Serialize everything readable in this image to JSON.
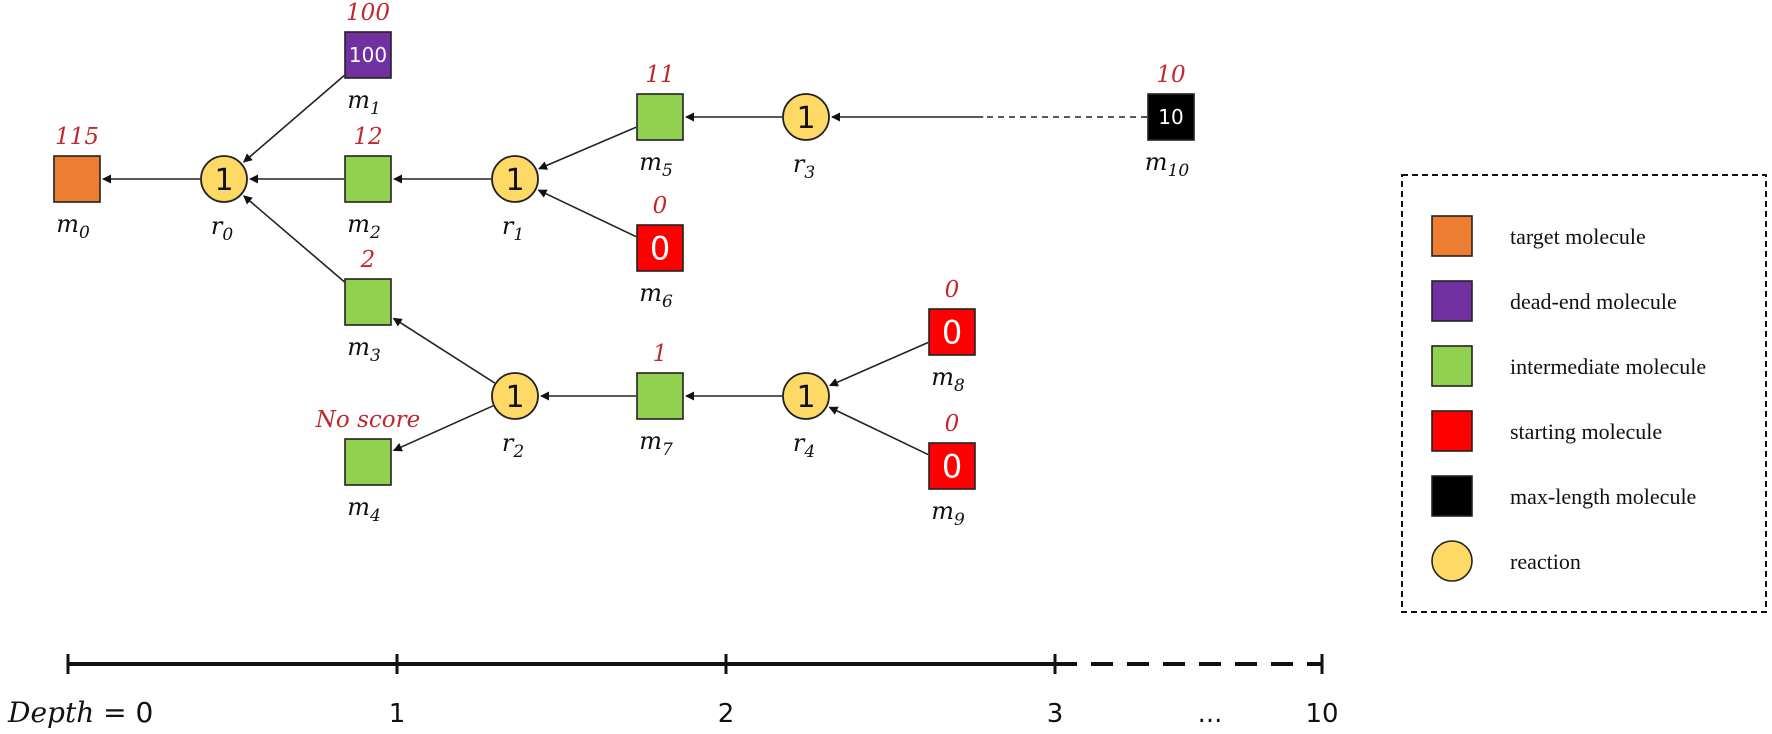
{
  "molecules": [
    {
      "id": "m0",
      "base": "m",
      "sub": "0",
      "score": "115",
      "box_text": "",
      "color": "#ED7D31"
    },
    {
      "id": "m1",
      "base": "m",
      "sub": "1",
      "score": "100",
      "box_text": "100",
      "color": "#7030A0"
    },
    {
      "id": "m2",
      "base": "m",
      "sub": "2",
      "score": "12",
      "box_text": "",
      "color": "#92D050"
    },
    {
      "id": "m3",
      "base": "m",
      "sub": "3",
      "score": "2",
      "box_text": "",
      "color": "#92D050"
    },
    {
      "id": "m4",
      "base": "m",
      "sub": "4",
      "score": "No score",
      "box_text": "",
      "color": "#92D050"
    },
    {
      "id": "m5",
      "base": "m",
      "sub": "5",
      "score": "11",
      "box_text": "",
      "color": "#92D050"
    },
    {
      "id": "m6",
      "base": "m",
      "sub": "6",
      "score": "0",
      "box_text": "0",
      "color": "#FF0000"
    },
    {
      "id": "m7",
      "base": "m",
      "sub": "7",
      "score": "1",
      "box_text": "",
      "color": "#92D050"
    },
    {
      "id": "m8",
      "base": "m",
      "sub": "8",
      "score": "0",
      "box_text": "0",
      "color": "#FF0000"
    },
    {
      "id": "m9",
      "base": "m",
      "sub": "9",
      "score": "0",
      "box_text": "0",
      "color": "#FF0000"
    },
    {
      "id": "m10",
      "base": "m",
      "sub": "10",
      "score": "10",
      "box_text": "10",
      "color": "#000000"
    }
  ],
  "reactions": [
    {
      "id": "r0",
      "base": "r",
      "sub": "0",
      "value": "1"
    },
    {
      "id": "r1",
      "base": "r",
      "sub": "1",
      "value": "1"
    },
    {
      "id": "r2",
      "base": "r",
      "sub": "2",
      "value": "1"
    },
    {
      "id": "r3",
      "base": "r",
      "sub": "3",
      "value": "1"
    },
    {
      "id": "r4",
      "base": "r",
      "sub": "4",
      "value": "1"
    }
  ],
  "edges": [
    {
      "from": "m1",
      "to": "r0"
    },
    {
      "from": "r0",
      "to": "m0"
    },
    {
      "from": "m2",
      "to": "r0"
    },
    {
      "from": "m3",
      "to": "r0"
    },
    {
      "from": "r1",
      "to": "m2"
    },
    {
      "from": "m5",
      "to": "r1"
    },
    {
      "from": "m6",
      "to": "r1"
    },
    {
      "from": "r3",
      "to": "m5"
    },
    {
      "from": "m10",
      "to": "r3",
      "dashed": true
    },
    {
      "from": "r2",
      "to": "m3"
    },
    {
      "from": "r2",
      "to": "m4"
    },
    {
      "from": "m7",
      "to": "r2"
    },
    {
      "from": "r4",
      "to": "m7"
    },
    {
      "from": "m8",
      "to": "r4"
    },
    {
      "from": "m9",
      "to": "r4"
    }
  ],
  "legend": {
    "items": [
      {
        "label": "target molecule",
        "color": "#ED7D31",
        "shape": "square"
      },
      {
        "label": "dead-end molecule",
        "color": "#7030A0",
        "shape": "square"
      },
      {
        "label": "intermediate molecule",
        "color": "#92D050",
        "shape": "square"
      },
      {
        "label": "starting molecule",
        "color": "#FF0000",
        "shape": "square"
      },
      {
        "label": "max-length molecule",
        "color": "#000000",
        "shape": "square"
      },
      {
        "label": "reaction",
        "color": "#FFD966",
        "shape": "circle"
      }
    ]
  },
  "depth_axis": {
    "depth_label": "Depth",
    "equals": " = ",
    "ticks": [
      {
        "value": "0",
        "depth": 0
      },
      {
        "value": "1",
        "depth": 1
      },
      {
        "value": "2",
        "depth": 2
      },
      {
        "value": "3",
        "depth": 3
      },
      {
        "value": "10",
        "depth": 10
      }
    ],
    "ellipsis": "..."
  }
}
